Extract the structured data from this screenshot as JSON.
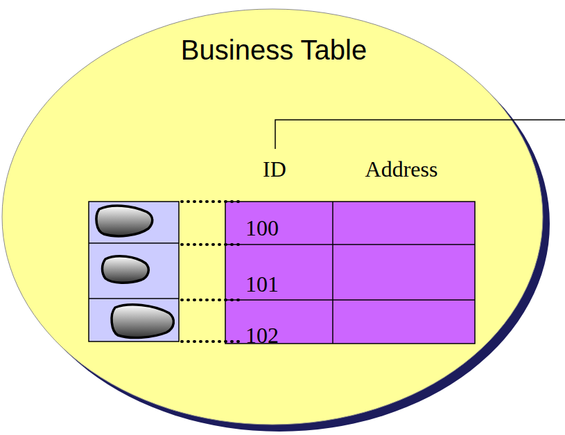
{
  "diagram": {
    "title": "Business Table",
    "labels": [
      "ID",
      "Address",
      "100",
      "101",
      "102"
    ]
  }
}
